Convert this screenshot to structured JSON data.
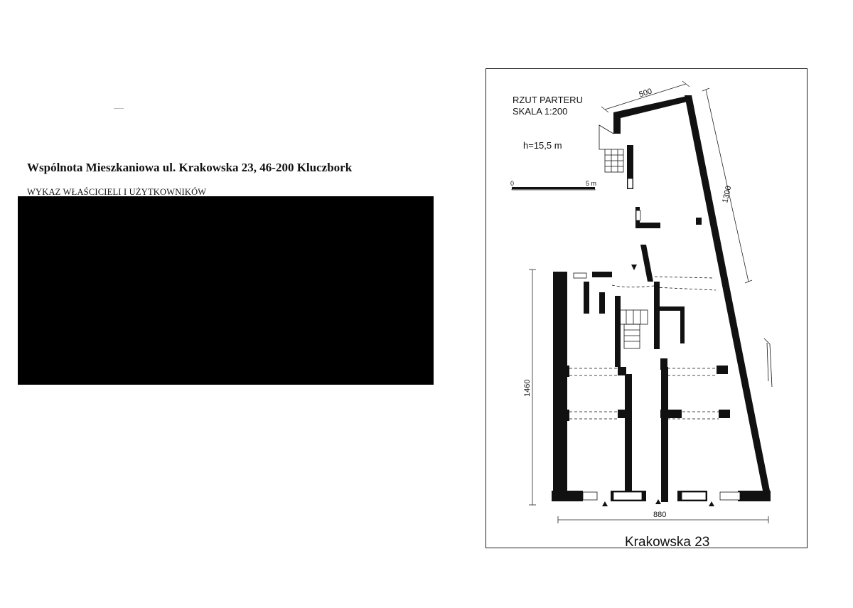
{
  "document": {
    "heading": "Wspólnota Mieszkaniowa ul. Krakowska 23, 46-200 Kluczbork",
    "subheading": "WYKAZ WŁAŚCICIELI I UŻYTKOWNIKÓW"
  },
  "plan": {
    "title_line1": "RZUT PARTERU",
    "title_line2": "SKALA 1:200",
    "height_note": "h=15,5 m",
    "scale_bar": {
      "start": "0",
      "end": "5 m"
    },
    "dimensions": {
      "top_width": "500",
      "right_length": "1300",
      "left_length": "1460",
      "bottom_width": "880"
    },
    "street_label": "Krakowska 23"
  },
  "colors": {
    "wall": "#111111",
    "frame": "#222222",
    "redaction": "#000000"
  }
}
